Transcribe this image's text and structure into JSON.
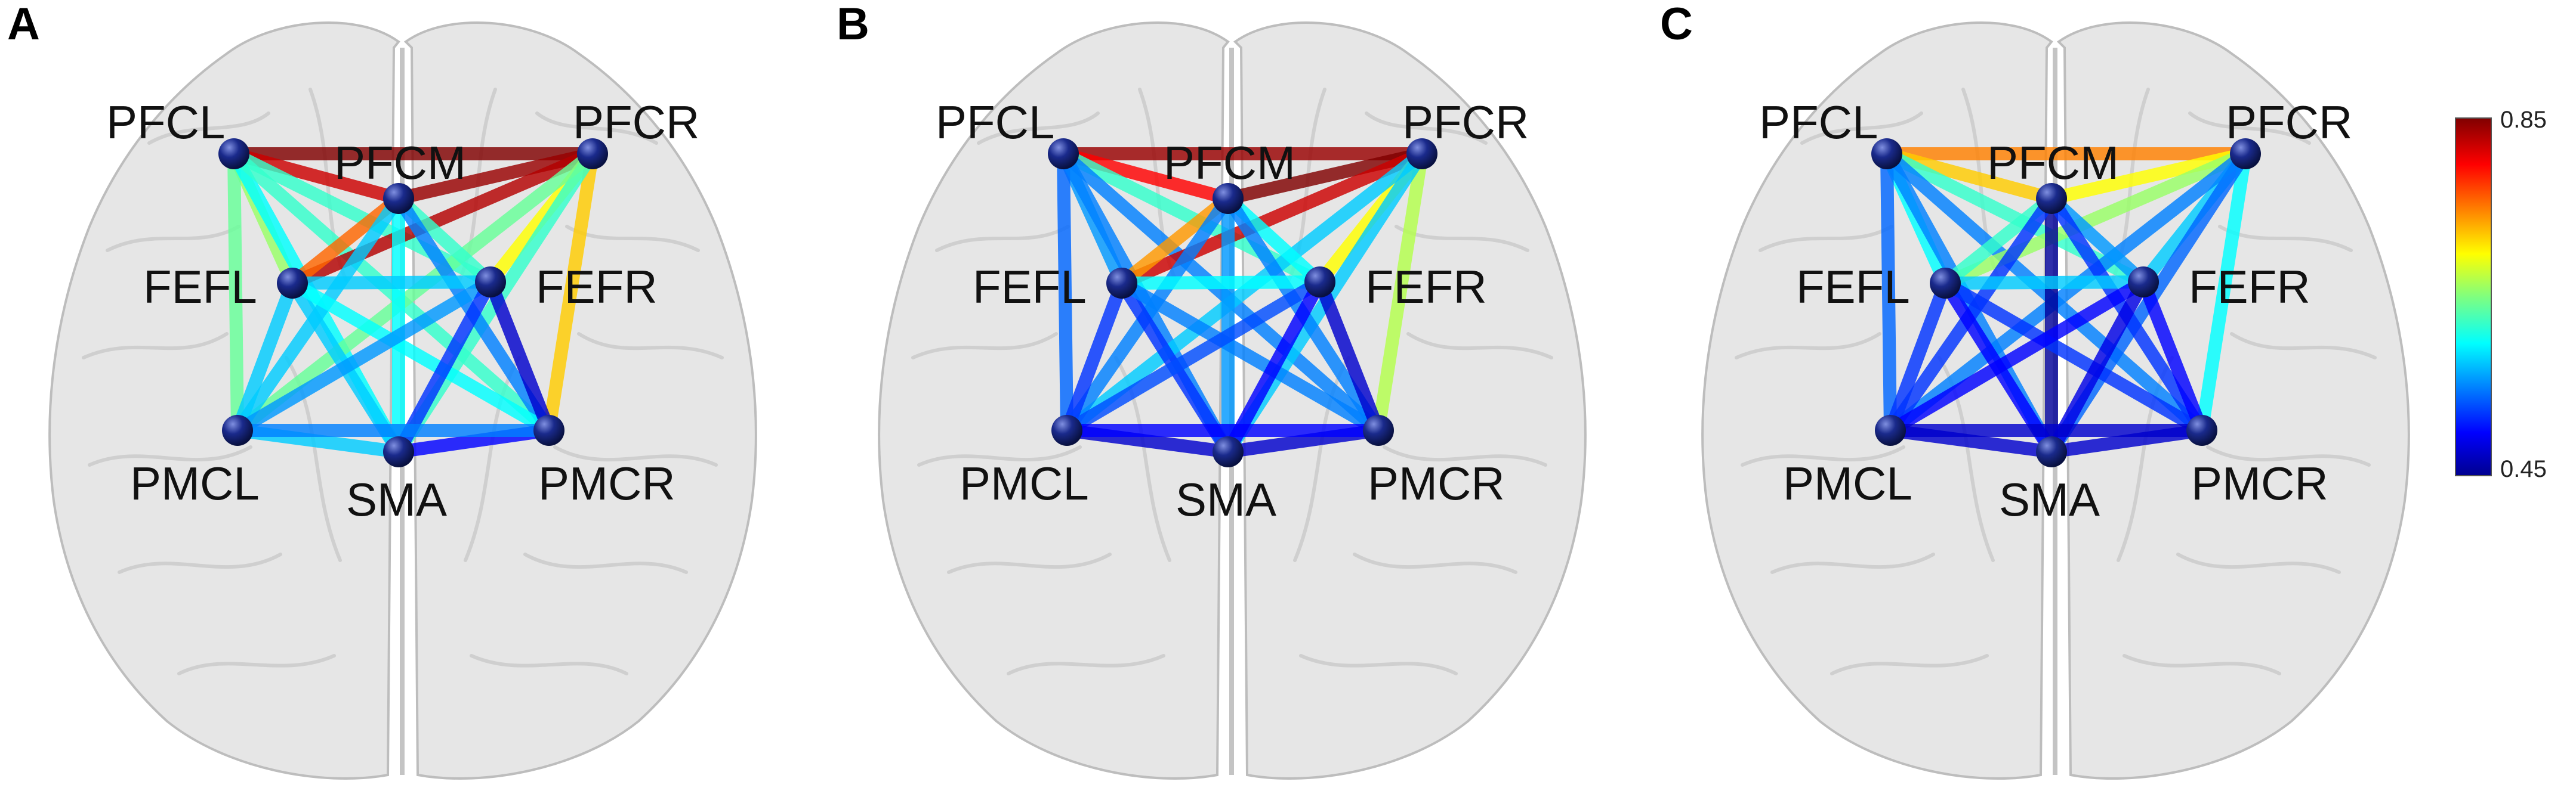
{
  "figure": {
    "panels": [
      {
        "letter": "A",
        "edges": [
          [
            "PFCL",
            "PFCR",
            0.85
          ],
          [
            "PFCL",
            "PFCM",
            0.82
          ],
          [
            "PFCM",
            "PFCR",
            0.84
          ],
          [
            "PFCL",
            "FEFL",
            0.66
          ],
          [
            "PFCL",
            "FEFR",
            0.62
          ],
          [
            "PFCL",
            "PMCL",
            0.64
          ],
          [
            "PFCL",
            "SMA",
            0.6
          ],
          [
            "PFCL",
            "PMCR",
            0.62
          ],
          [
            "PFCR",
            "FEFL",
            0.83
          ],
          [
            "PFCR",
            "FEFR",
            0.7
          ],
          [
            "PFCR",
            "PMCR",
            0.72
          ],
          [
            "PFCR",
            "SMA",
            0.62
          ],
          [
            "PFCR",
            "PMCL",
            0.64
          ],
          [
            "PFCM",
            "FEFL",
            0.76
          ],
          [
            "PFCM",
            "FEFR",
            0.62
          ],
          [
            "PFCM",
            "SMA",
            0.6
          ],
          [
            "PFCM",
            "PMCL",
            0.58
          ],
          [
            "PFCM",
            "PMCR",
            0.55
          ],
          [
            "FEFL",
            "FEFR",
            0.58
          ],
          [
            "FEFL",
            "PMCL",
            0.58
          ],
          [
            "FEFL",
            "SMA",
            0.58
          ],
          [
            "FEFL",
            "PMCR",
            0.6
          ],
          [
            "FEFR",
            "PMCL",
            0.56
          ],
          [
            "FEFR",
            "SMA",
            0.52
          ],
          [
            "FEFR",
            "PMCR",
            0.48
          ],
          [
            "PMCL",
            "SMA",
            0.58
          ],
          [
            "SMA",
            "PMCR",
            0.5
          ],
          [
            "PMCL",
            "PMCR",
            0.55
          ]
        ]
      },
      {
        "letter": "B",
        "edges": [
          [
            "PFCL",
            "PFCR",
            0.84
          ],
          [
            "PFCL",
            "PFCM",
            0.8
          ],
          [
            "PFCM",
            "PFCR",
            0.85
          ],
          [
            "PFCL",
            "FEFL",
            0.56
          ],
          [
            "PFCL",
            "FEFR",
            0.62
          ],
          [
            "PFCL",
            "PMCL",
            0.54
          ],
          [
            "PFCL",
            "SMA",
            0.55
          ],
          [
            "PFCL",
            "PMCR",
            0.55
          ],
          [
            "PFCR",
            "FEFL",
            0.82
          ],
          [
            "PFCR",
            "FEFR",
            0.7
          ],
          [
            "PFCR",
            "PMCR",
            0.67
          ],
          [
            "PFCR",
            "SMA",
            0.58
          ],
          [
            "PFCR",
            "PMCL",
            0.58
          ],
          [
            "PFCM",
            "FEFL",
            0.74
          ],
          [
            "PFCM",
            "FEFR",
            0.6
          ],
          [
            "PFCM",
            "SMA",
            0.56
          ],
          [
            "PFCM",
            "PMCL",
            0.55
          ],
          [
            "PFCM",
            "PMCR",
            0.55
          ],
          [
            "FEFL",
            "FEFR",
            0.6
          ],
          [
            "FEFL",
            "PMCL",
            0.52
          ],
          [
            "FEFL",
            "SMA",
            0.52
          ],
          [
            "FEFL",
            "PMCR",
            0.55
          ],
          [
            "FEFR",
            "PMCL",
            0.53
          ],
          [
            "FEFR",
            "SMA",
            0.5
          ],
          [
            "FEFR",
            "PMCR",
            0.48
          ],
          [
            "PMCL",
            "SMA",
            0.48
          ],
          [
            "SMA",
            "PMCR",
            0.48
          ],
          [
            "PMCL",
            "PMCR",
            0.5
          ]
        ]
      },
      {
        "letter": "C",
        "edges": [
          [
            "PFCL",
            "PFCR",
            0.75
          ],
          [
            "PFCL",
            "PFCM",
            0.72
          ],
          [
            "PFCM",
            "PFCR",
            0.7
          ],
          [
            "PFCL",
            "FEFL",
            0.6
          ],
          [
            "PFCL",
            "FEFR",
            0.62
          ],
          [
            "PFCL",
            "PMCL",
            0.54
          ],
          [
            "PFCL",
            "SMA",
            0.55
          ],
          [
            "PFCL",
            "PMCR",
            0.55
          ],
          [
            "PFCR",
            "FEFL",
            0.66
          ],
          [
            "PFCR",
            "FEFR",
            0.58
          ],
          [
            "PFCR",
            "PMCR",
            0.6
          ],
          [
            "PFCR",
            "SMA",
            0.54
          ],
          [
            "PFCR",
            "PMCL",
            0.55
          ],
          [
            "PFCM",
            "FEFL",
            0.62
          ],
          [
            "PFCM",
            "FEFR",
            0.56
          ],
          [
            "PFCM",
            "SMA",
            0.46
          ],
          [
            "PFCM",
            "PMCL",
            0.52
          ],
          [
            "PFCM",
            "PMCR",
            0.52
          ],
          [
            "FEFL",
            "FEFR",
            0.58
          ],
          [
            "FEFL",
            "PMCL",
            0.52
          ],
          [
            "FEFL",
            "SMA",
            0.5
          ],
          [
            "FEFL",
            "PMCR",
            0.52
          ],
          [
            "FEFR",
            "PMCL",
            0.5
          ],
          [
            "FEFR",
            "SMA",
            0.49
          ],
          [
            "FEFR",
            "PMCR",
            0.5
          ],
          [
            "PMCL",
            "SMA",
            0.48
          ],
          [
            "SMA",
            "PMCR",
            0.48
          ],
          [
            "PMCL",
            "PMCR",
            0.48
          ]
        ]
      }
    ],
    "node_names": [
      "PFCL",
      "PFCR",
      "PFCM",
      "FEFL",
      "FEFR",
      "PMCL",
      "SMA",
      "PMCR"
    ],
    "colorbar": {
      "min_label": "0.45",
      "max_label": "0.85",
      "min": 0.45,
      "max": 0.85,
      "colormap": "jet"
    },
    "colors": {
      "node": "#1a2a8c",
      "brain_fill": "#e6e6e6",
      "brain_stroke": "#bdbdbd"
    }
  }
}
